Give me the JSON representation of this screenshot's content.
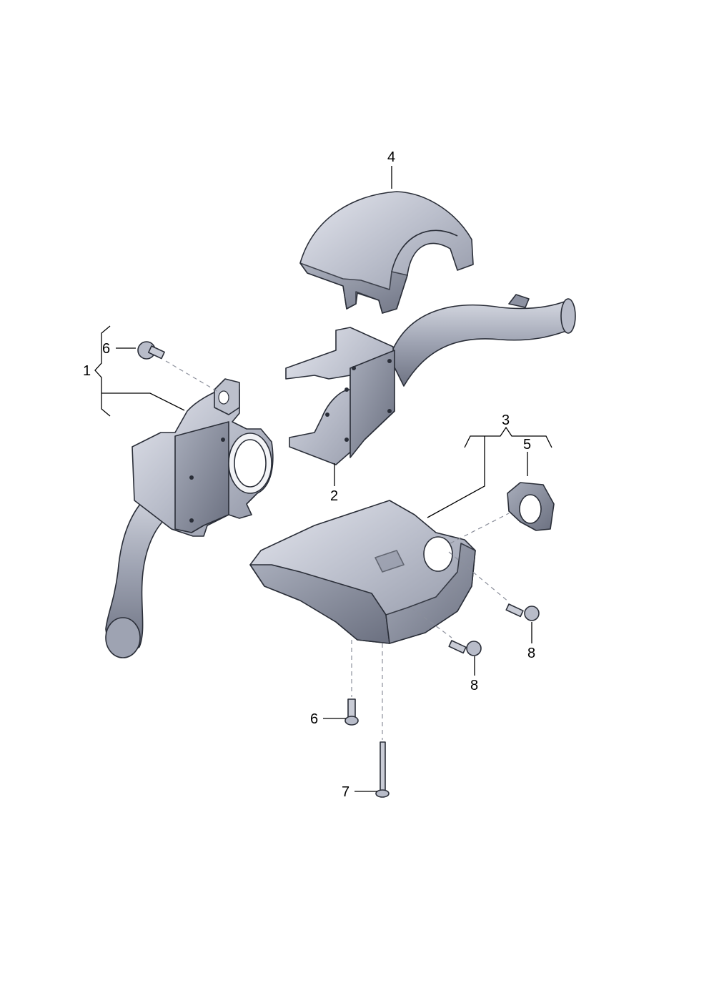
{
  "callouts": {
    "c1": "1",
    "c2": "2",
    "c3": "3",
    "c4": "4",
    "c5": "5",
    "c6a": "6",
    "c6b": "6",
    "c7": "7",
    "c8a": "8",
    "c8b": "8"
  },
  "colors": {
    "part_light": "#c9ccd6",
    "part_mid": "#9da2b1",
    "part_dark": "#6f7484",
    "part_edge": "#2a2e38",
    "axis_dash": "#8b8f9b"
  }
}
